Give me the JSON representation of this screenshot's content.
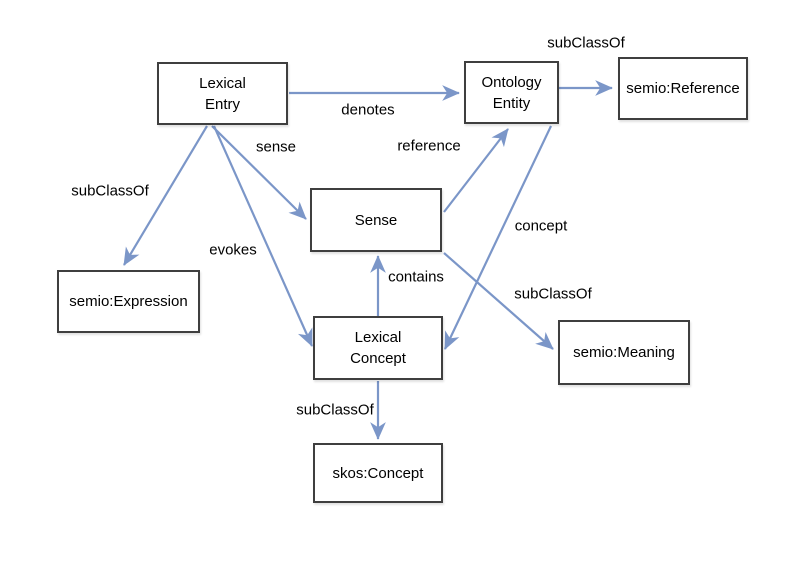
{
  "diagram": {
    "nodes": {
      "lexical_entry": {
        "label": "Lexical\nEntry"
      },
      "ontology_entity": {
        "label": "Ontology\nEntity"
      },
      "semio_reference": {
        "label": "semio:Reference"
      },
      "sense": {
        "label": "Sense"
      },
      "semio_expression": {
        "label": "semio:Expression"
      },
      "lexical_concept": {
        "label": "Lexical\nConcept"
      },
      "semio_meaning": {
        "label": "semio:Meaning"
      },
      "skos_concept": {
        "label": "skos:Concept"
      }
    },
    "edge_labels": {
      "denotes": "denotes",
      "subclassof_reference": "subClassOf",
      "sense": "sense",
      "reference": "reference",
      "subclassof_expression": "subClassOf",
      "evokes": "evokes",
      "concept": "concept",
      "contains": "contains",
      "subclassof_meaning": "subClassOf",
      "subclassof_skos": "subClassOf"
    },
    "colors": {
      "arrow": "#7b96c8",
      "node_border": "#3f3f3f",
      "node_fill": "#ffffff",
      "text": "#000000",
      "background": "#ffffff"
    }
  }
}
